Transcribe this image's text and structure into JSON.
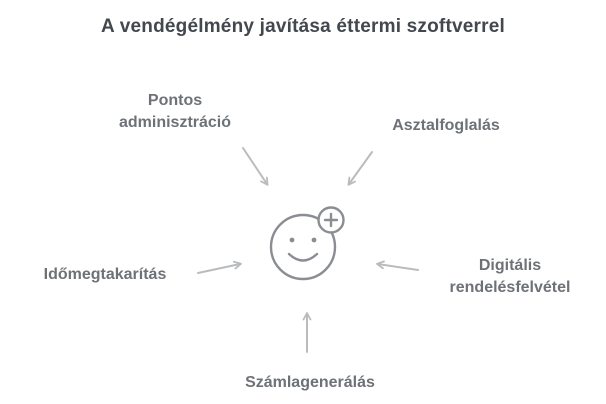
{
  "title": "A vendégélmény javítása éttermi szoftverrel",
  "center_icon": "smiley-face-with-plus-badge",
  "nodes": [
    {
      "id": "pontos-adminisztracio",
      "label": "Pontos\nadminisztráció",
      "position": "top-left"
    },
    {
      "id": "asztalfoglalas",
      "label": "Asztalfoglalás",
      "position": "top-right"
    },
    {
      "id": "idomegtakaritas",
      "label": "Időmegtakarítás",
      "position": "left"
    },
    {
      "id": "digitalis-rendelesfelvetel",
      "label": "Digitális\nrendelésfelvétel",
      "position": "right"
    },
    {
      "id": "szamlageneralas",
      "label": "Számlagenerálás",
      "position": "bottom"
    }
  ],
  "colors": {
    "title": "#43474e",
    "label": "#6e7277",
    "arrow": "#b9bcbf",
    "icon": "#8a8d92",
    "background": "#ffffff"
  }
}
